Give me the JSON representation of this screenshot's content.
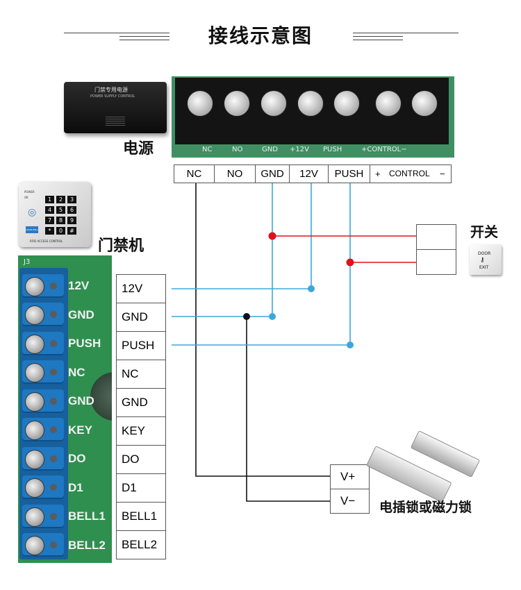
{
  "title": "接线示意图",
  "labels": {
    "power_supply": "电源",
    "access_controller": "门禁机",
    "switch": "开关",
    "lock": "电插锁或磁力锁"
  },
  "power_terminals": [
    "NC",
    "NO",
    "GND",
    "12V",
    "PUSH",
    "+",
    "CONTROL",
    "−"
  ],
  "power_silkscreen": [
    "NC",
    "NO",
    "GND",
    "+12V",
    "PUSH",
    "+CONTROL−"
  ],
  "power_box": {
    "title": "门禁专用电源",
    "subtitle": "POWER SUPPLY CONTROL"
  },
  "access_terminals": [
    "12V",
    "GND",
    "PUSH",
    "NC",
    "GND",
    "KEY",
    "DO",
    "D1",
    "BELL1",
    "BELL2"
  ],
  "board_silkscreen": [
    "12V",
    "GND",
    "PUSH",
    "NC",
    "GND",
    "KEY",
    "DO",
    "D1",
    "BELL1",
    "BELL2"
  ],
  "board_label": "J3",
  "keypad": {
    "keys": [
      "1",
      "2",
      "3",
      "4",
      "5",
      "6",
      "7",
      "8",
      "9",
      "*",
      "0",
      "#"
    ],
    "footer": "RFID ACCESS CONTROL",
    "status_leds": [
      "POWER",
      "OK"
    ],
    "bell_text": "DOOR BELL"
  },
  "lock_terminals": [
    "V+",
    "V−"
  ],
  "exit_button": {
    "line1": "DOOR",
    "line2": "EXIT"
  },
  "colors": {
    "blue_wire": "#3aa8d8",
    "red_wire": "#e0111b",
    "black_wire": "#111111",
    "board_green": "#2f8f4f",
    "terminal_blue": "#1e78c2"
  }
}
